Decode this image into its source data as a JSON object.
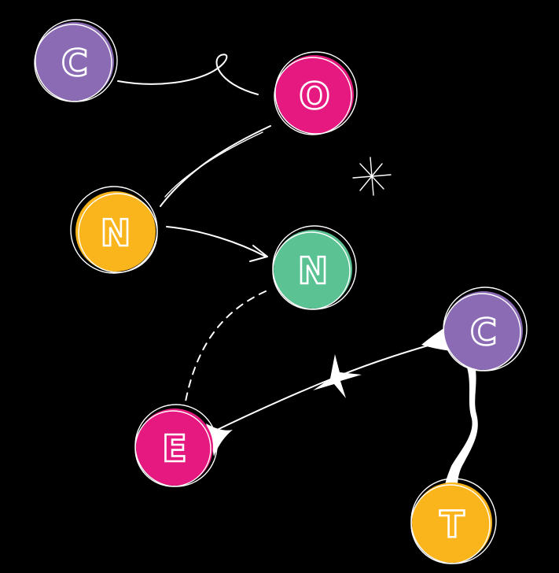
{
  "background": "#000000",
  "palette": {
    "purple": "#8b6bb4",
    "magenta": "#e5197f",
    "yellow": "#fbb51c",
    "green": "#5bc293",
    "stroke": "#ffffff"
  },
  "nodes": [
    {
      "letter": "C",
      "color": "purple"
    },
    {
      "letter": "O",
      "color": "magenta"
    },
    {
      "letter": "N",
      "color": "yellow"
    },
    {
      "letter": "N",
      "color": "green"
    },
    {
      "letter": "E",
      "color": "magenta"
    },
    {
      "letter": "C",
      "color": "purple"
    },
    {
      "letter": "T",
      "color": "yellow"
    }
  ],
  "decorations": [
    "sparkle-icon",
    "connector-star-icon",
    "arrowhead-icon"
  ]
}
